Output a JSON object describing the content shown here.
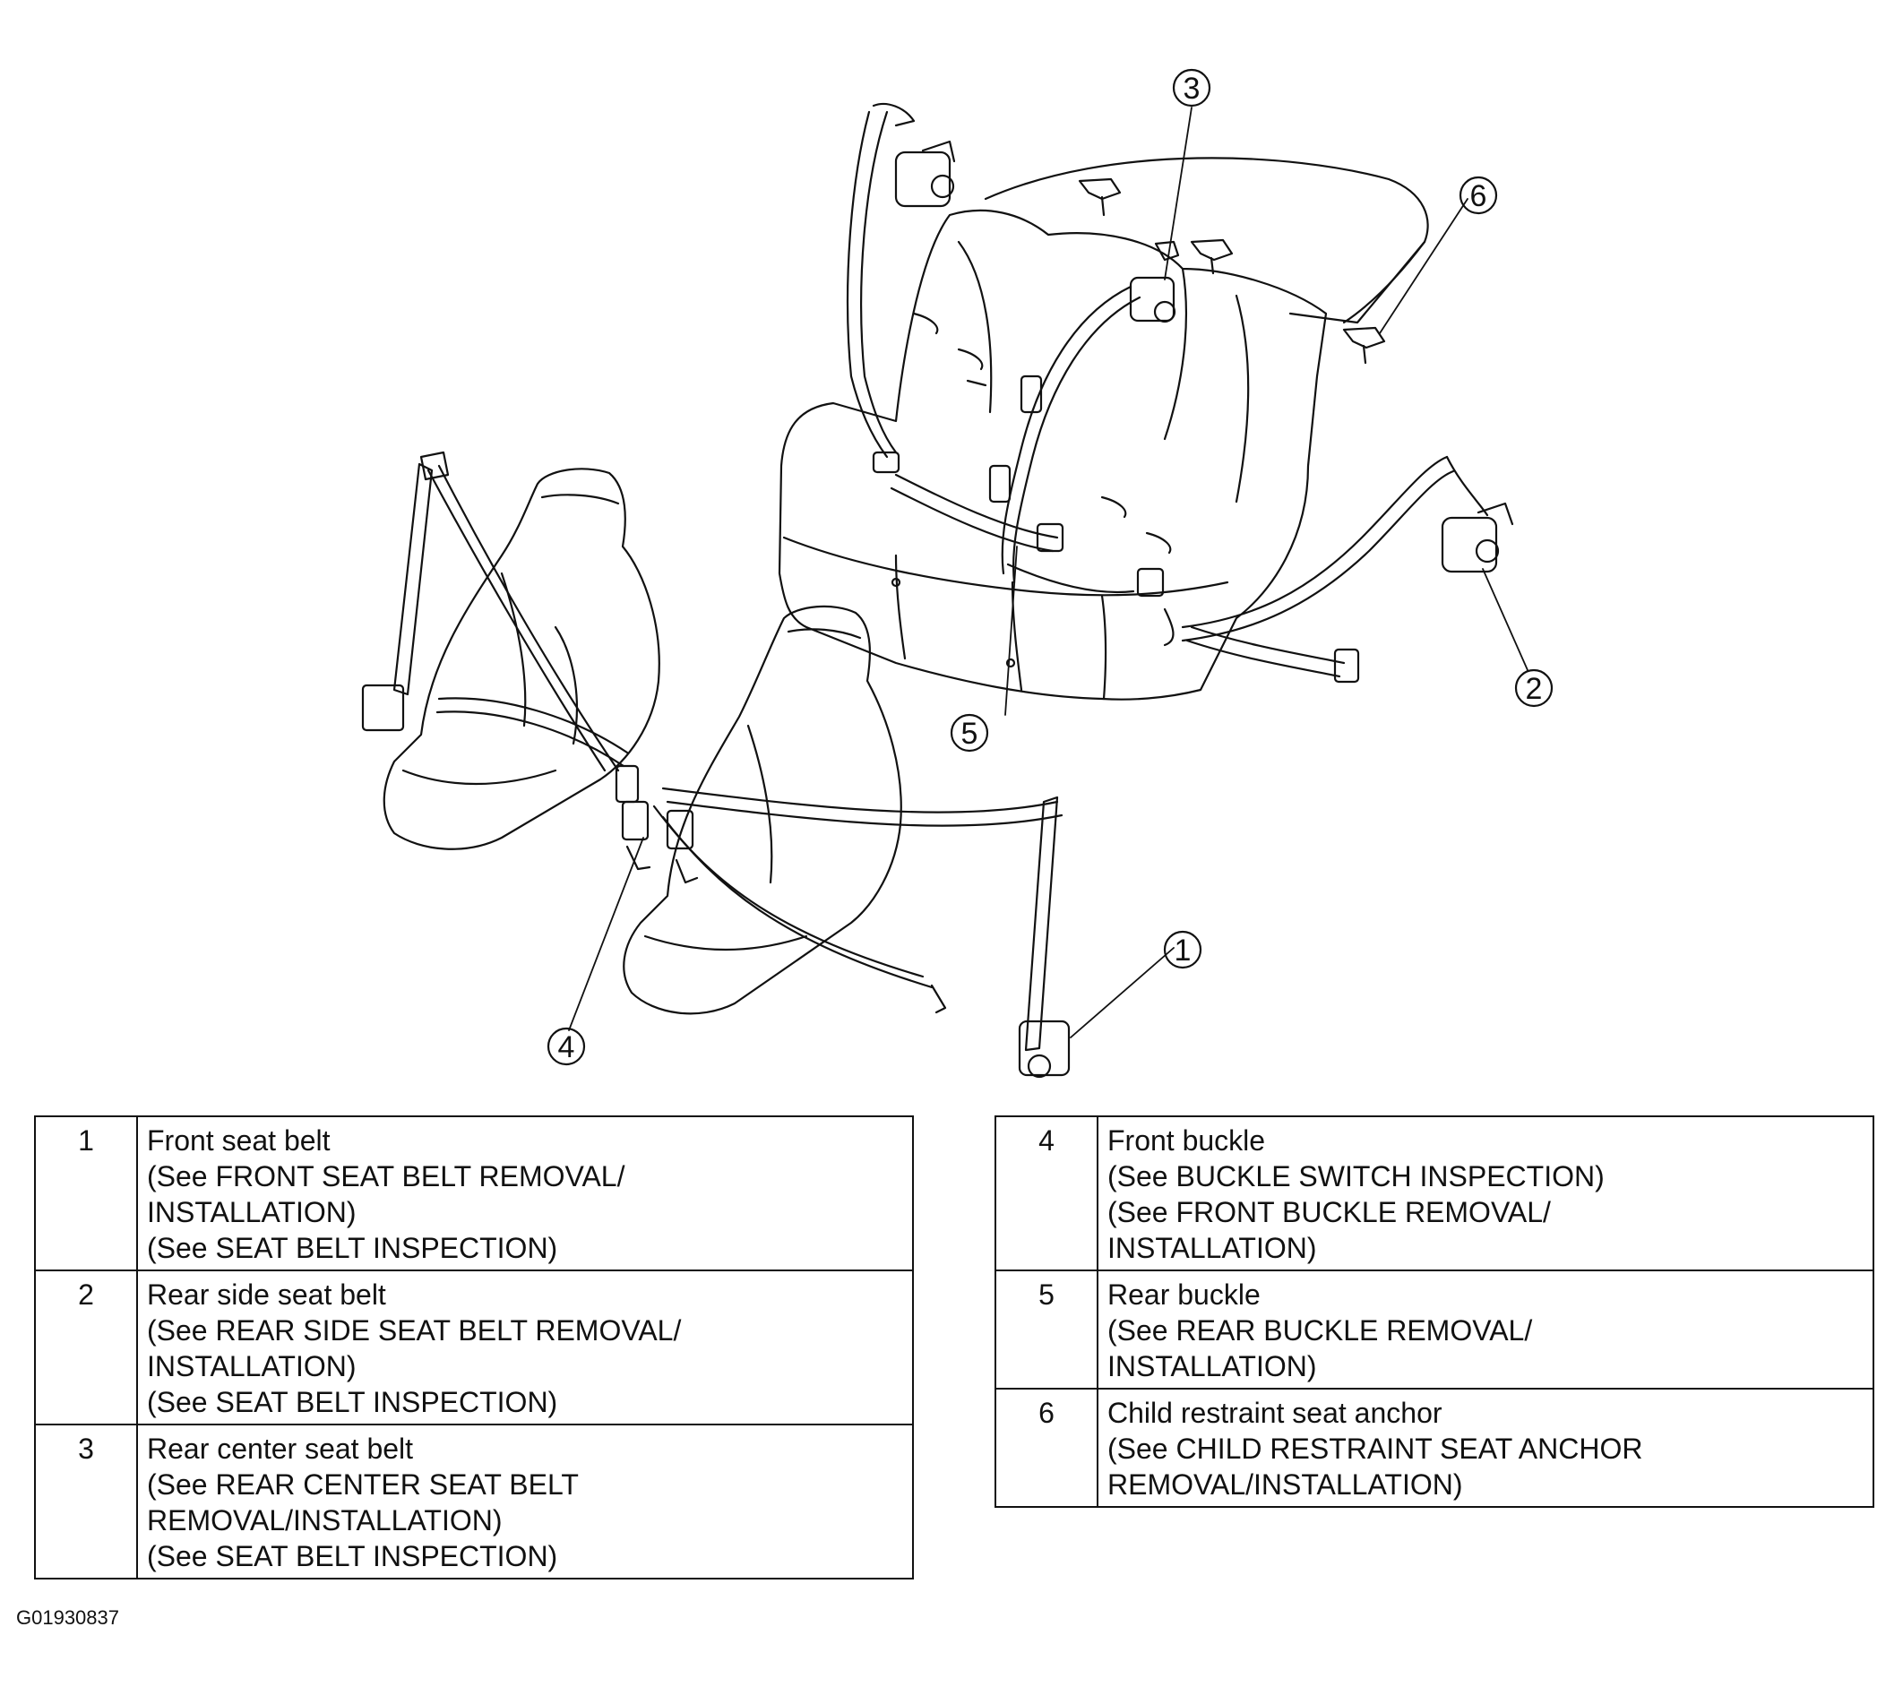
{
  "callouts": [
    "1",
    "2",
    "3",
    "4",
    "5",
    "6"
  ],
  "legend": {
    "left": [
      {
        "num": "1",
        "lines": [
          "Front seat belt",
          "(See FRONT SEAT BELT REMOVAL/",
          "INSTALLATION)",
          "(See SEAT BELT INSPECTION)"
        ]
      },
      {
        "num": "2",
        "lines": [
          "Rear side seat belt",
          "(See REAR SIDE SEAT BELT REMOVAL/",
          "INSTALLATION)",
          "(See SEAT BELT INSPECTION)"
        ]
      },
      {
        "num": "3",
        "lines": [
          "Rear center seat belt",
          "(See REAR CENTER SEAT BELT",
          "REMOVAL/INSTALLATION)",
          "(See SEAT BELT INSPECTION)"
        ]
      }
    ],
    "right": [
      {
        "num": "4",
        "lines": [
          "Front buckle",
          "(See BUCKLE SWITCH INSPECTION)",
          "(See FRONT BUCKLE REMOVAL/",
          "INSTALLATION)"
        ]
      },
      {
        "num": "5",
        "lines": [
          "Rear buckle",
          "(See REAR BUCKLE REMOVAL/",
          "INSTALLATION)"
        ]
      },
      {
        "num": "6",
        "lines": [
          "Child restraint seat anchor",
          "(See CHILD RESTRAINT SEAT ANCHOR",
          "REMOVAL/INSTALLATION)"
        ]
      }
    ]
  },
  "figure_id": "G01930837"
}
